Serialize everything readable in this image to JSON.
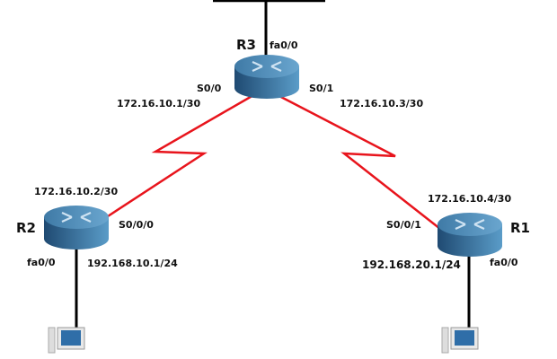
{
  "routers": [
    {
      "name": "R3",
      "fa": "fa0/0",
      "left_if": "S0/0",
      "left_ip": "172.16.10.1/30",
      "right_if": "S0/1",
      "right_ip": "172.16.10.3/30"
    },
    {
      "name": "R2",
      "serial_if": "S0/0/0",
      "serial_ip": "172.16.10.2/30",
      "fa": "fa0/0",
      "lan_ip": "192.168.10.1/24"
    },
    {
      "name": "R1",
      "serial_if": "S0/0/1",
      "serial_ip": "172.16.10.4/30",
      "fa": "fa0/0",
      "lan_ip": "192.168.20.1/24"
    }
  ],
  "colors": {
    "serial_link": "#e8141c",
    "router_top": "#4d86b0",
    "router_side": "#2e5f8a",
    "ethernet": "#000000"
  }
}
